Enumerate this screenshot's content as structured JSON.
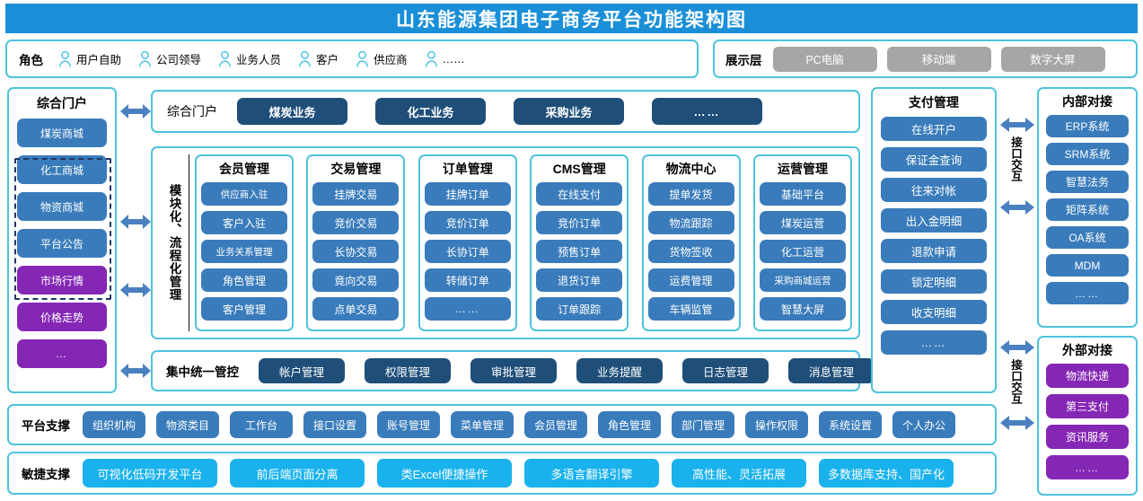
{
  "title": "山东能源集团电子商务平台功能架构图",
  "colors": {
    "brand_blue": "#1a8fd8",
    "panel_border": "#4ec3dd",
    "chip_blue": "#3a7cbb",
    "chip_dark_blue": "#1f4e79",
    "chip_purple": "#8527b5",
    "chip_cyan": "#19b2ed",
    "chip_gray": "#a6a6a6",
    "arrow_blue": "#4a80bf",
    "dash_border": "#1f3864"
  },
  "roles": {
    "label": "角色",
    "items": [
      {
        "icon": "person-icon",
        "name": "用户自助"
      },
      {
        "icon": "person-icon",
        "name": "公司领导"
      },
      {
        "icon": "person-icon",
        "name": "业务人员"
      },
      {
        "icon": "person-icon",
        "name": "客户"
      },
      {
        "icon": "person-icon",
        "name": "供应商"
      },
      {
        "icon": "person-icon",
        "name": "……"
      }
    ]
  },
  "presentation": {
    "label": "展示层",
    "items": [
      "PC电脑",
      "移动端",
      "数字大屏"
    ]
  },
  "portal_column": {
    "label": "综合门户",
    "items": [
      {
        "text": "煤炭商城",
        "color": "blue"
      },
      {
        "text": "化工商城",
        "color": "blue"
      },
      {
        "text": "物资商城",
        "color": "blue"
      },
      {
        "text": "平台公告",
        "color": "blue"
      },
      {
        "text": "市场行情",
        "color": "purple"
      },
      {
        "text": "价格走势",
        "color": "purple"
      },
      {
        "text": "…",
        "color": "purple"
      }
    ]
  },
  "portal_row": {
    "label": "综合门户",
    "items": [
      "煤炭业务",
      "化工业务",
      "采购业务",
      "……"
    ]
  },
  "modules": {
    "vertical_label": "模块化、流程化管理",
    "columns": [
      {
        "title": "会员管理",
        "items": [
          "供应商入驻",
          "客户入驻",
          "业务关系管理",
          "角色管理",
          "客户管理"
        ]
      },
      {
        "title": "交易管理",
        "items": [
          "挂牌交易",
          "竞价交易",
          "长协交易",
          "竟向交易",
          "点单交易"
        ]
      },
      {
        "title": "订单管理",
        "items": [
          "挂牌订单",
          "竞价订单",
          "长协订单",
          "转储订单",
          "……"
        ]
      },
      {
        "title": "CMS管理",
        "items": [
          "在线支付",
          "竞价订单",
          "预售订单",
          "退货订单",
          "订单跟踪"
        ]
      },
      {
        "title": "物流中心",
        "items": [
          "提单发货",
          "物流跟踪",
          "货物签收",
          "运费管理",
          "车辆监管"
        ]
      },
      {
        "title": "运营管理",
        "items": [
          "基础平台",
          "煤炭运营",
          "化工运营",
          "采购商城运营",
          "智慧大屏"
        ]
      }
    ]
  },
  "central_control": {
    "label": "集中统一管控",
    "items": [
      "帐户管理",
      "权限管理",
      "审批管理",
      "业务提醒",
      "日志管理",
      "消息管理"
    ]
  },
  "payment": {
    "label": "支付管理",
    "items": [
      "在线开户",
      "保证金查询",
      "往来对帐",
      "出入金明细",
      "退款申请",
      "锁定明细",
      "收支明细",
      "……"
    ]
  },
  "interface_labels": {
    "top": "接口交互",
    "bottom": "接口交互"
  },
  "internal_docking": {
    "label": "内部对接",
    "items": [
      "ERP系统",
      "SRM系统",
      "智慧法务",
      "矩阵系统",
      "OA系统",
      "MDM",
      "……"
    ]
  },
  "external_docking": {
    "label": "外部对接",
    "items": [
      "物流快递",
      "第三支付",
      "资讯服务",
      "……"
    ]
  },
  "platform_support": {
    "label": "平台支撑",
    "items": [
      "组织机构",
      "物资类目",
      "工作台",
      "接口设置",
      "账号管理",
      "菜单管理",
      "会员管理",
      "角色管理",
      "部门管理",
      "操作权限",
      "系统设置",
      "个人办公"
    ]
  },
  "agile_support": {
    "label": "敏捷支撑",
    "items": [
      "可视化低码开发平台",
      "前后端页面分离",
      "类Excel便捷操作",
      "多语言翻译引擎",
      "高性能、灵活拓展",
      "多数据库支持、国产化"
    ]
  }
}
